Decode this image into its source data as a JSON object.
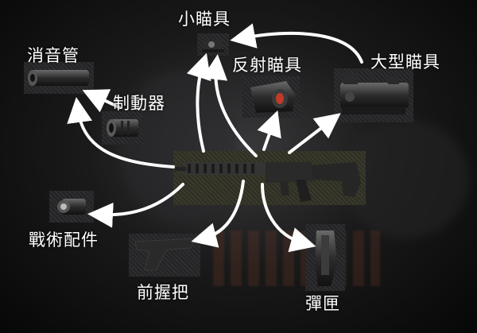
{
  "labels": {
    "small_sight": "小瞄具",
    "reflex_sight": "反射瞄具",
    "large_scope": "大型瞄具",
    "suppressor": "消音管",
    "muzzle_brake": "制動器",
    "tactical_accessory": "戰術配件",
    "foregrip": "前握把",
    "magazine": "彈匣"
  },
  "icons": {
    "rifle": "rifle-icon",
    "suppressor": "suppressor-icon",
    "muzzle_brake": "muzzle-brake-icon",
    "small_sight": "small-sight-icon",
    "reflex_sight": "reflex-sight-icon",
    "large_scope": "scope-icon",
    "tactical_accessory": "flashlight-icon",
    "foregrip": "foregrip-icon",
    "magazine": "magazine-icon"
  },
  "colors": {
    "arrow": "#ffffff",
    "background": "#0b0b0c"
  }
}
